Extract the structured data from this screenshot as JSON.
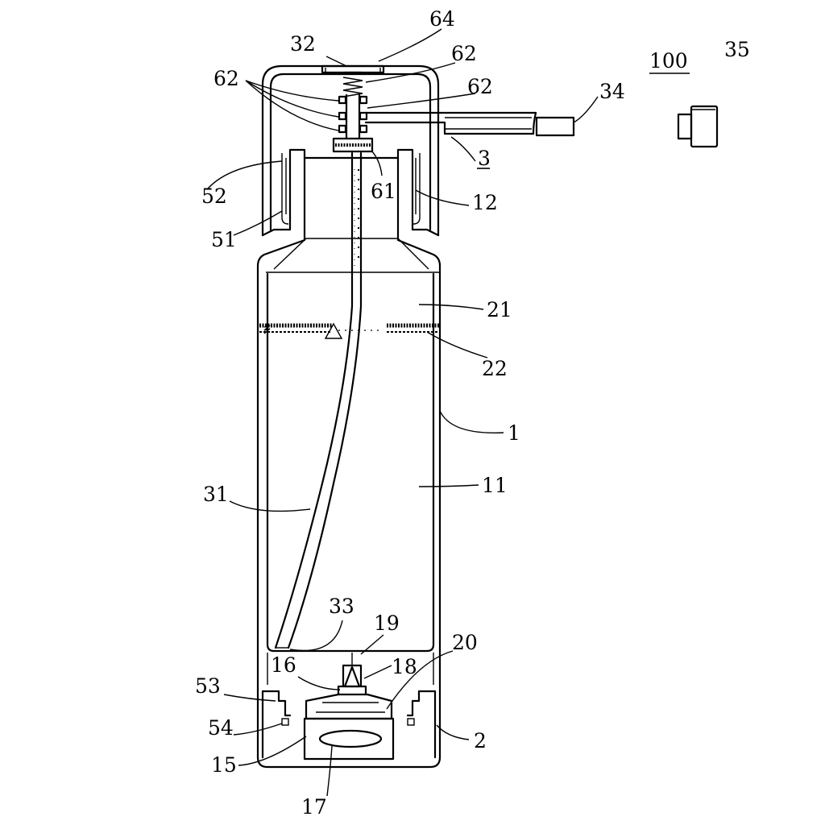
{
  "figure": {
    "labels": {
      "l100": "100",
      "l1": "1",
      "l2": "2",
      "l3": "3",
      "l11": "11",
      "l12": "12",
      "l15": "15",
      "l16": "16",
      "l17": "17",
      "l18": "18",
      "l19": "19",
      "l20": "20",
      "l21": "21",
      "l22": "22",
      "l31": "31",
      "l32": "32",
      "l33": "33",
      "l34": "34",
      "l35": "35",
      "l51": "51",
      "l52": "52",
      "l53": "53",
      "l54": "54",
      "l61": "61",
      "l62a": "62",
      "l62b": "62",
      "l62c": "62",
      "l64": "64"
    }
  }
}
